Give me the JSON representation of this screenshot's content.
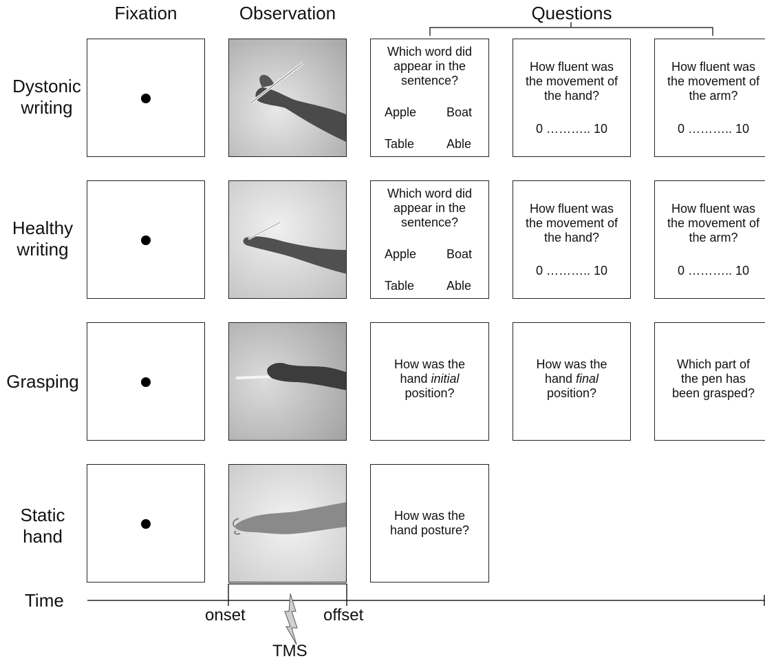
{
  "headers": {
    "fixation": "Fixation",
    "observation": "Observation",
    "questions": "Questions"
  },
  "rows": [
    {
      "label_line1": "Dystonic",
      "label_line2": "writing"
    },
    {
      "label_line1": "Healthy",
      "label_line2": "writing"
    },
    {
      "label_line1": "Grasping",
      "label_line2": ""
    },
    {
      "label_line1": "Static",
      "label_line2": "hand"
    }
  ],
  "word_question": {
    "line1": "Which word did",
    "line2": "appear in the",
    "line3": "sentence?",
    "opt_apple": "Apple",
    "opt_boat": "Boat",
    "opt_table": "Table",
    "opt_able": "Able"
  },
  "hand_fluency": {
    "line1": "How fluent was",
    "line2": "the movement of",
    "line3": "the hand?",
    "scale": "0 ……….. 10"
  },
  "arm_fluency": {
    "line1": "How fluent was",
    "line2": "the movement of",
    "line3": "the arm?",
    "scale": "0 ……….. 10"
  },
  "grasp_initial": {
    "line1": "How was the",
    "line2a": "hand ",
    "line2b": "initial",
    "line3": "position?"
  },
  "grasp_final": {
    "line1": "How was the",
    "line2a": "hand ",
    "line2b": "final",
    "line3": "position?"
  },
  "grasp_part": {
    "line1": "Which part of",
    "line2": "the pen has",
    "line3": "been grasped?"
  },
  "static_question": {
    "line1": "How was the",
    "line2": "hand posture?"
  },
  "timeline": {
    "label": "Time",
    "onset": "onset",
    "offset": "offset",
    "tms": "TMS"
  }
}
